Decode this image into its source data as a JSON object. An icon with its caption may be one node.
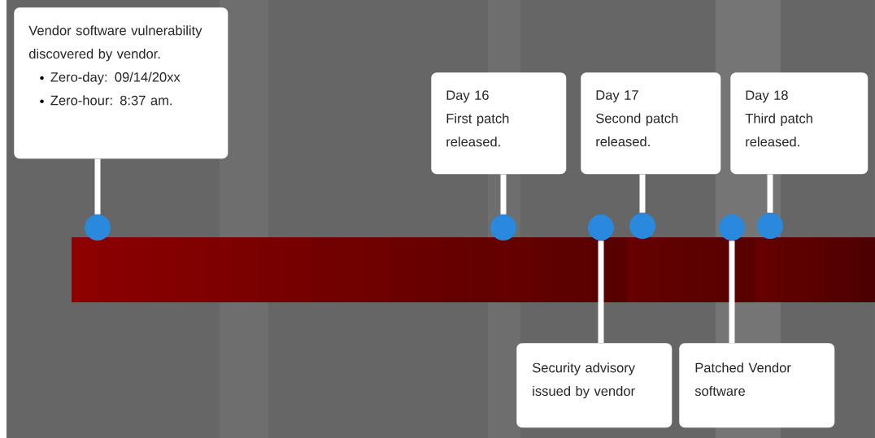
{
  "diagram": {
    "nodes": [
      {
        "text": [
          "Vendor software vulnerability discovered by vendor.",
          "Zero-day: 09/14/20xx",
          "Zero-hour: 8:37 am."
        ]
      },
      {
        "text": [
          "Day 16",
          "First patch released."
        ]
      },
      {
        "text": [
          "Day 17",
          "Second patch released."
        ]
      },
      {
        "text": [
          "Day 18",
          "Third patch released."
        ]
      },
      {
        "text": [],
        "shape": "circle"
      },
      {
        "text": [],
        "shape": "circle"
      },
      {
        "text": [],
        "shape": "circle"
      },
      {
        "text": [],
        "shape": "circle"
      },
      {
        "text": [],
        "shape": "circle"
      },
      {
        "text": [],
        "shape": "circle"
      },
      {
        "text": [
          "Security advisory issued by vendor"
        ]
      },
      {
        "text": [
          "Patched Vendor software"
        ]
      }
    ],
    "edges": [
      {
        "from": 0,
        "to": 4,
        "arrow": "none"
      },
      {
        "from": 1,
        "to": 5,
        "arrow": "none"
      },
      {
        "from": 2,
        "to": 7,
        "arrow": "none"
      },
      {
        "from": 3,
        "to": 9,
        "arrow": "none"
      },
      {
        "from": 10,
        "to": 6,
        "arrow": "none"
      },
      {
        "from": 11,
        "to": 8,
        "arrow": "none"
      }
    ]
  }
}
